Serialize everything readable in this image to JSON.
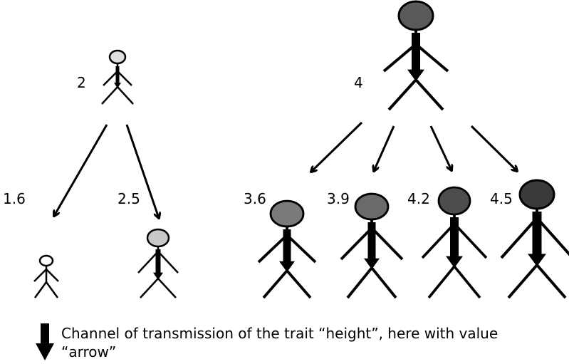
{
  "parents": [
    {
      "id": "parent-small",
      "value": "2",
      "head_color": "#e0e0e0"
    },
    {
      "id": "parent-large",
      "value": "4",
      "head_color": "#5a5a5a"
    }
  ],
  "offspring": [
    {
      "id": "child-1.6",
      "value": "1.6",
      "head_color": "#ffffff"
    },
    {
      "id": "child-2.5",
      "value": "2.5",
      "head_color": "#c8c8c8"
    },
    {
      "id": "child-3.6",
      "value": "3.6",
      "head_color": "#7a7a7a"
    },
    {
      "id": "child-3.9",
      "value": "3.9",
      "head_color": "#6a6a6a"
    },
    {
      "id": "child-4.2",
      "value": "4.2",
      "head_color": "#4d4d4d"
    },
    {
      "id": "child-4.5",
      "value": "4.5",
      "head_color": "#3a3a3a"
    }
  ],
  "legend": {
    "icon": "down-arrow-icon",
    "line1": "Channel of transmission of the trait “height”, here with value",
    "line2": "“arrow”"
  }
}
